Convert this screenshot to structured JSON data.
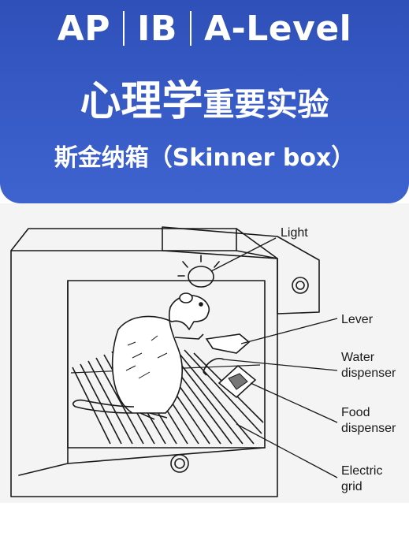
{
  "header": {
    "line1": {
      "part1": "AP",
      "part2": "IB",
      "part3": "A-Level"
    },
    "line2": {
      "big": "心理学",
      "small": "重要实验"
    },
    "line3": "斯金纳箱（Skinner box）"
  },
  "diagram": {
    "labels": {
      "light": "Light",
      "lever": "Lever",
      "water_line1": "Water",
      "water_line2": "dispenser",
      "food_line1": "Food",
      "food_line2": "dispenser",
      "grid_line1": "Electric",
      "grid_line2": "grid"
    },
    "subject_icon": "rat-icon",
    "line_color": "#1a1a1a",
    "header_color": "#3659c4"
  }
}
